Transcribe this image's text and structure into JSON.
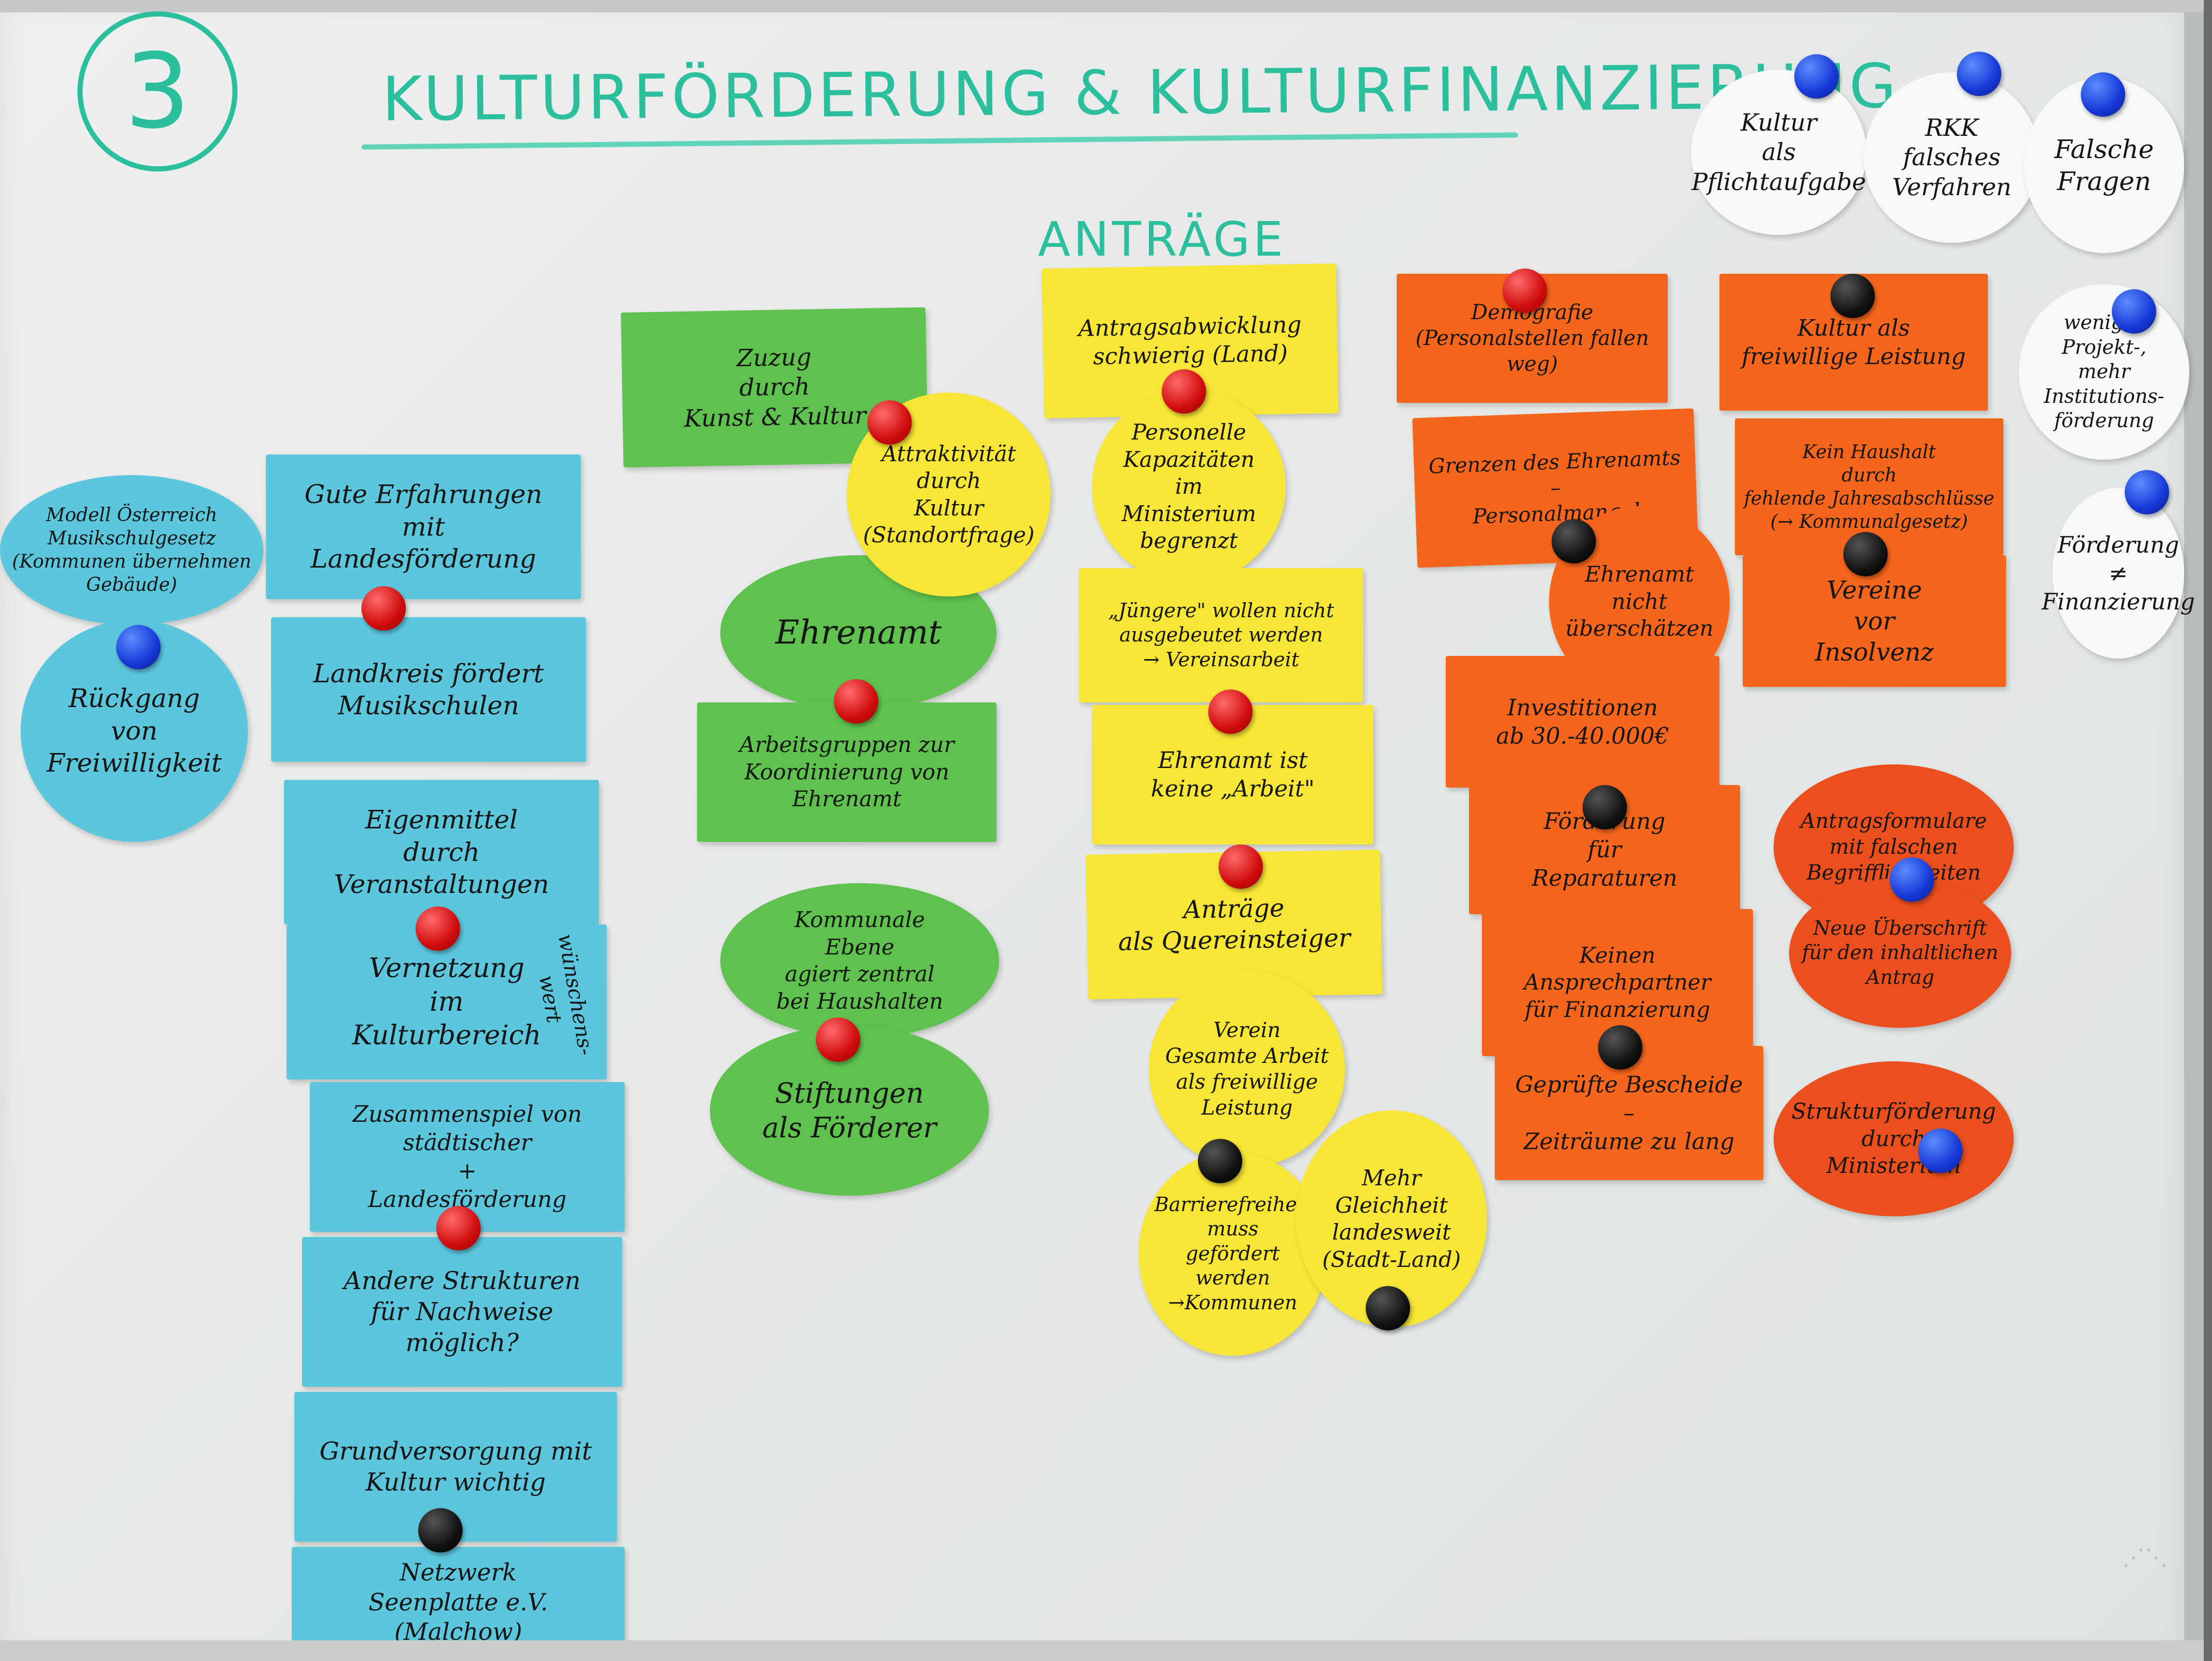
{
  "heading": {
    "number": "3",
    "title": "KULTURFÖRDERUNG & KULTURFINANZIERUNG",
    "section": "ANTRÄGE"
  },
  "white_circles": [
    "Kultur\nals\nPflichtaufgabe",
    "RKK\nfalsches\nVerfahren",
    "Falsche\nFragen",
    "weniger\nProjekt-,\nmehr Institutions-\nförderung",
    "Förderung\n≠\nFinanzierung"
  ],
  "cyan_cards": [
    "Modell Österreich\nMusikschulgesetz\n(Kommunen übernehmen\nGebäude)",
    "Rückgang\nvon\nFreiwilligkeit",
    "Gute Erfahrungen\nmit\nLandesförderung",
    "Landkreis fördert\nMusikschulen",
    "Eigenmittel\ndurch\nVeranstaltungen",
    "Vernetzung\nim\nKulturbereich",
    "Zusammenspiel von\nstädtischer\n+\nLandesförderung",
    "Andere Strukturen\nfür Nachweise\nmöglich?",
    "Grundversorgung mit\nKultur wichtig",
    "Netzwerk\nSeenplatte e.V.\n(Malchow)"
  ],
  "side_note": "wünschens-\nwert",
  "green_cards": [
    "Zuzug\ndurch\nKunst & Kultur",
    "Ehrenamt",
    "Arbeitsgruppen zur\nKoordinierung von\nEhrenamt",
    "Kommunale\nEbene\nagiert zentral\nbei Haushalten",
    "Stiftungen\nals Förderer"
  ],
  "yellow_cards": [
    "Attraktivität\ndurch\nKultur\n(Standortfrage)",
    "Antragsabwicklung\nschwierig (Land)",
    "Personelle\nKapazitäten\nim\nMinisterium\nbegrenzt",
    "„Jüngere\" wollen nicht\nausgebeutet werden\n→ Vereinsarbeit",
    "Ehrenamt ist\nkeine „Arbeit\"",
    "Anträge\nals Quereinsteiger",
    "Verein\nGesamte Arbeit\nals freiwillige\nLeistung",
    "Barrierefreiheit\nmuss\ngefördert\nwerden\n→Kommunen",
    "Mehr\nGleichheit\nlandesweit\n(Stadt-Land)"
  ],
  "orange_cards": [
    "Demografie\n(Personalstellen fallen\nweg)",
    "Grenzen des Ehrenamts\n–\nPersonalmangel",
    "Ehrenamt\nnicht\nüberschätzen",
    "Investitionen\nab 30.-40.000€",
    "Förderung\nfür\nReparaturen",
    "Keinen\nAnsprechpartner\nfür Finanzierung",
    "Geprüfte Bescheide\n–\nZeiträume zu lang",
    "Kultur als\nfreiwillige Leistung",
    "Kein Haushalt\ndurch\nfehlende Jahresabschlüsse\n(→ Kommunalgesetz)",
    "Vereine\nvor\nInsolvenz"
  ],
  "red_cards": [
    "Antragsformulare\nmit falschen\nBegrifflichkeiten",
    "Neue Überschrift\nfür den inhaltlichen\nAntrag",
    "Strukturförderung\ndurch\nMinisterium"
  ],
  "colors": {
    "marker_teal": "#2bbf9e",
    "cyan": "#5cc6dd",
    "green": "#5fc24e",
    "yellow": "#f7e635",
    "orange": "#f5661c",
    "red": "#ea4f1d",
    "white": "#f7f8f8"
  },
  "magnet_colors": [
    "red",
    "blue",
    "black"
  ]
}
